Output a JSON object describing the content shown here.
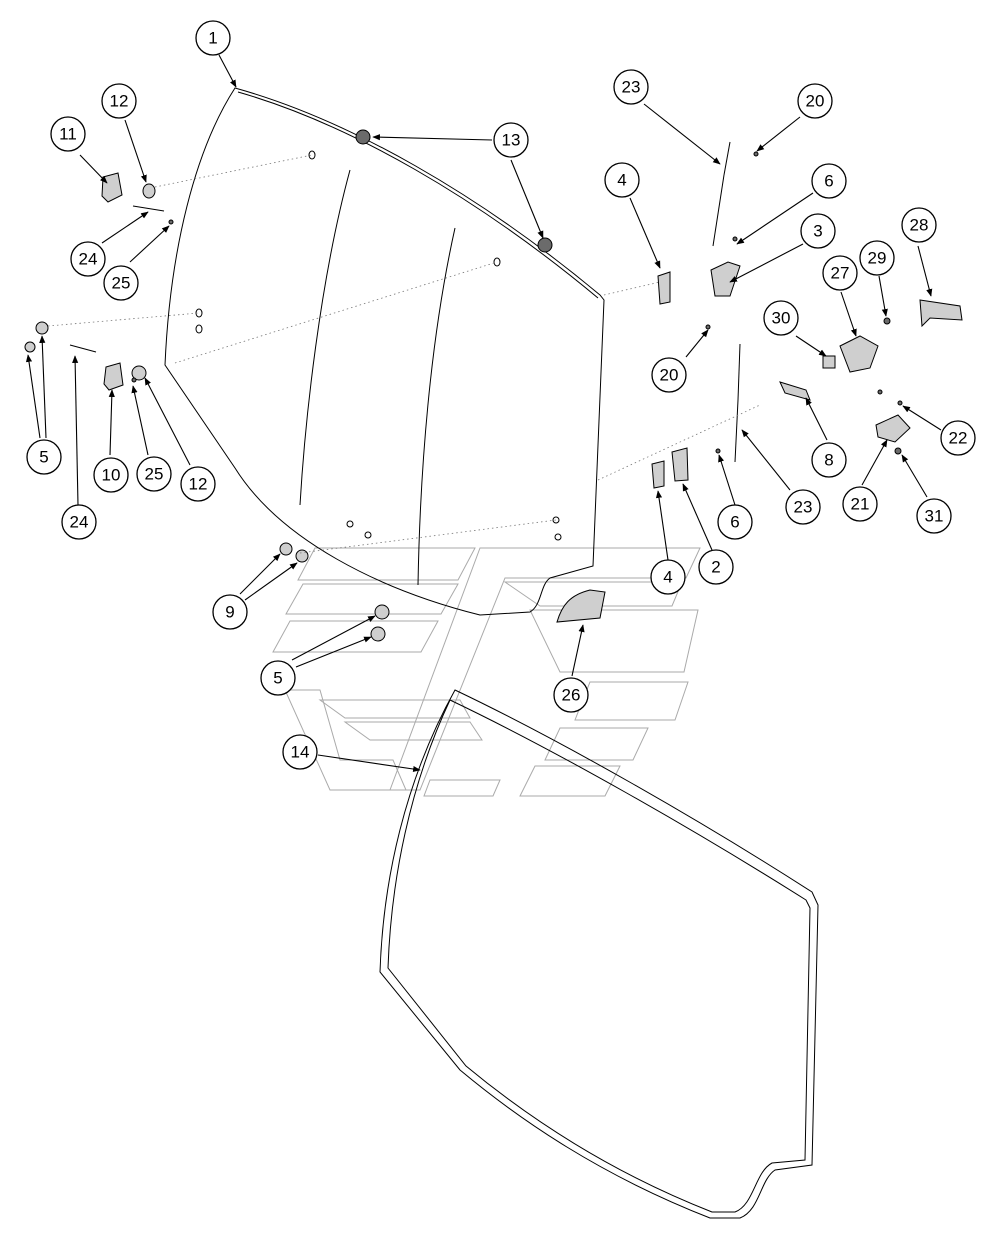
{
  "colors": {
    "line": "#000000",
    "watermark": "#aaaaaa",
    "part_fill": "#cfcfcf",
    "part_dark": "#6b6b6b",
    "background": "#ffffff"
  },
  "watermark_icon": "manufacturer-logo-watermark",
  "callouts": [
    {
      "id": "c1",
      "label": "1"
    },
    {
      "id": "c11",
      "label": "11"
    },
    {
      "id": "c12a",
      "label": "12"
    },
    {
      "id": "c13",
      "label": "13"
    },
    {
      "id": "c24a",
      "label": "24"
    },
    {
      "id": "c25a",
      "label": "25"
    },
    {
      "id": "c5a",
      "label": "5"
    },
    {
      "id": "c10",
      "label": "10"
    },
    {
      "id": "c25b",
      "label": "25"
    },
    {
      "id": "c12b",
      "label": "12"
    },
    {
      "id": "c24b",
      "label": "24"
    },
    {
      "id": "c9",
      "label": "9"
    },
    {
      "id": "c5b",
      "label": "5"
    },
    {
      "id": "c14",
      "label": "14"
    },
    {
      "id": "c26",
      "label": "26"
    },
    {
      "id": "c23a",
      "label": "23"
    },
    {
      "id": "c20a",
      "label": "20"
    },
    {
      "id": "c4a",
      "label": "4"
    },
    {
      "id": "c6a",
      "label": "6"
    },
    {
      "id": "c3",
      "label": "3"
    },
    {
      "id": "c28",
      "label": "28"
    },
    {
      "id": "c27",
      "label": "27"
    },
    {
      "id": "c29",
      "label": "29"
    },
    {
      "id": "c30",
      "label": "30"
    },
    {
      "id": "c20b",
      "label": "20"
    },
    {
      "id": "c8",
      "label": "8"
    },
    {
      "id": "c22",
      "label": "22"
    },
    {
      "id": "c23b",
      "label": "23"
    },
    {
      "id": "c21",
      "label": "21"
    },
    {
      "id": "c31",
      "label": "31"
    },
    {
      "id": "c6b",
      "label": "6"
    },
    {
      "id": "c4b",
      "label": "4"
    },
    {
      "id": "c2",
      "label": "2"
    }
  ]
}
